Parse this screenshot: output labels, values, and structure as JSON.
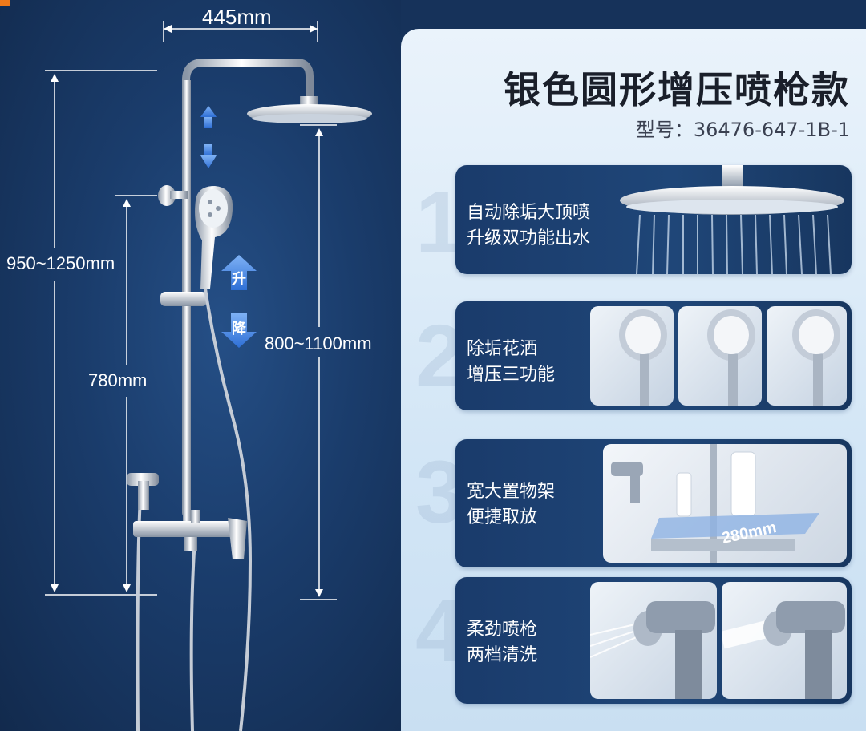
{
  "dimensions": {
    "overall_width": "445mm",
    "rod_height": "950~1250mm",
    "handheld_height": "780mm",
    "head_height": "800~1100mm"
  },
  "tags": {
    "up": "升",
    "down": "降"
  },
  "product": {
    "title": "银色圆形增压喷枪款",
    "model": "型号：36476-647-1B-1"
  },
  "features": [
    {
      "number": "1",
      "line1": "自动除垢大顶喷",
      "line2": "升级双功能出水"
    },
    {
      "number": "2",
      "line1": "除垢花洒",
      "line2": "增压三功能"
    },
    {
      "number": "3",
      "line1": "宽大置物架",
      "line2": "便捷取放",
      "shelf_width": "280mm"
    },
    {
      "number": "4",
      "line1": "柔劲喷枪",
      "line2": "两档清洗"
    }
  ],
  "colors": {
    "accent_orange": "#f07a1a",
    "navy": "#1a3b6b",
    "tag_blue": "#3f7fd9"
  }
}
